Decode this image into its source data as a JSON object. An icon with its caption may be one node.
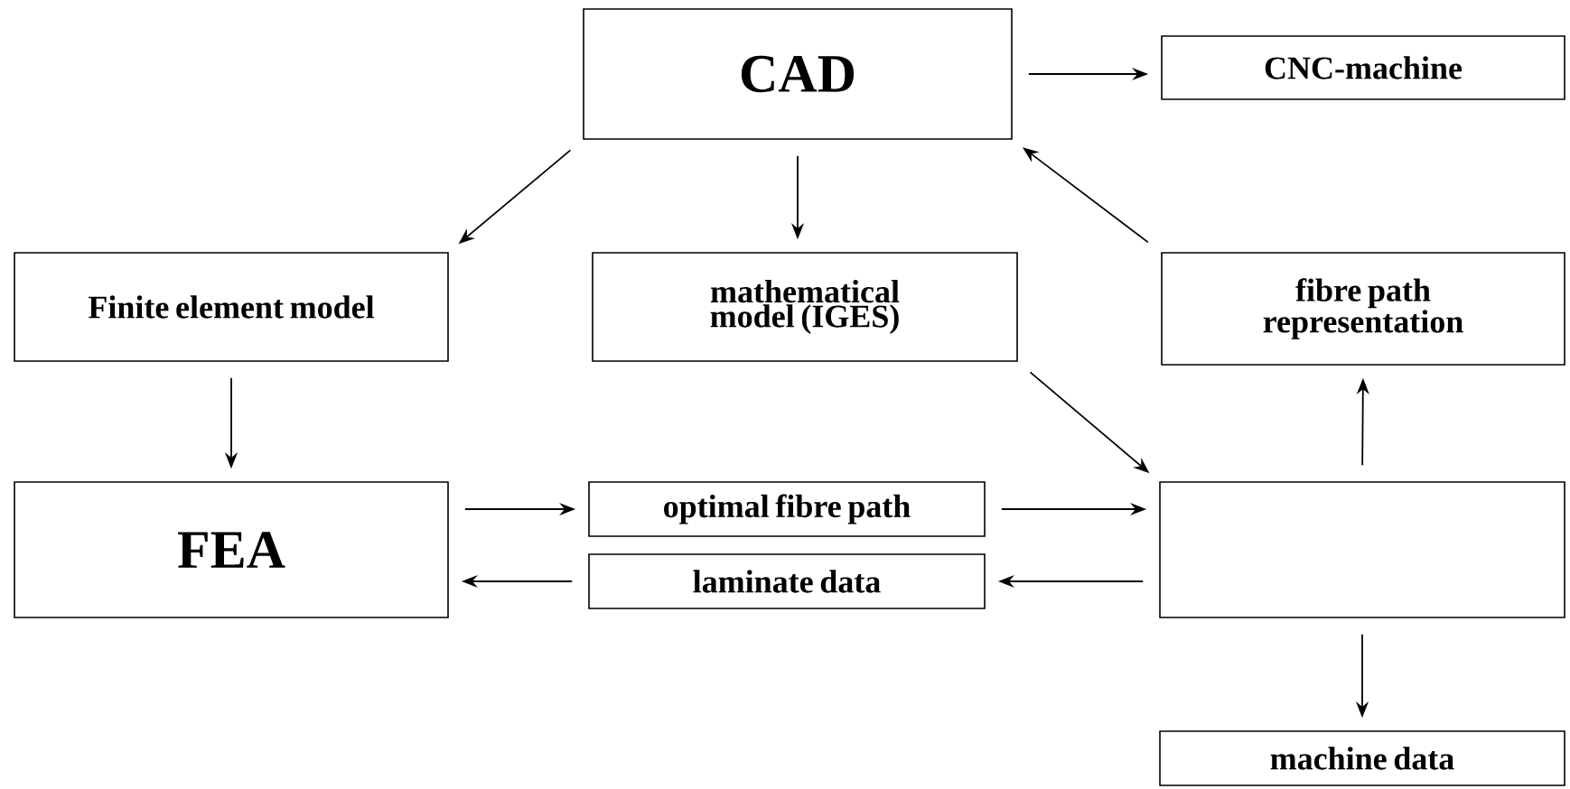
{
  "diagram": {
    "nodes": [
      {
        "text": [
          "CAD"
        ]
      },
      {
        "text": [
          "CNC-machine"
        ]
      },
      {
        "text": [
          "Finite element model"
        ]
      },
      {
        "text": [
          "mathematical model (IGES)"
        ]
      },
      {
        "text": [
          "fibre path representation"
        ]
      },
      {
        "text": [
          "FEA"
        ]
      },
      {
        "text": [
          "optimal fibre path"
        ]
      },
      {
        "text": [
          "laminate data"
        ]
      },
      {
        "text": [],
        "shape": "box"
      },
      {
        "text": [
          "machine data"
        ]
      }
    ],
    "edges": [
      {
        "from": 0,
        "to": 1,
        "arrow": "to"
      },
      {
        "from": 0,
        "to": 2,
        "arrow": "to"
      },
      {
        "from": 0,
        "to": 3,
        "arrow": "to"
      },
      {
        "from": 4,
        "to": 0,
        "arrow": "to"
      },
      {
        "from": 3,
        "to": 8,
        "arrow": "to"
      },
      {
        "from": 2,
        "to": 5,
        "arrow": "to"
      },
      {
        "from": 5,
        "to": 6,
        "arrow": "to"
      },
      {
        "from": 6,
        "to": 8,
        "arrow": "to"
      },
      {
        "from": 8,
        "to": 7,
        "arrow": "to"
      },
      {
        "from": 7,
        "to": 5,
        "arrow": "to"
      },
      {
        "from": 8,
        "to": 4,
        "arrow": "to"
      },
      {
        "from": 8,
        "to": 9,
        "arrow": "to"
      }
    ]
  }
}
